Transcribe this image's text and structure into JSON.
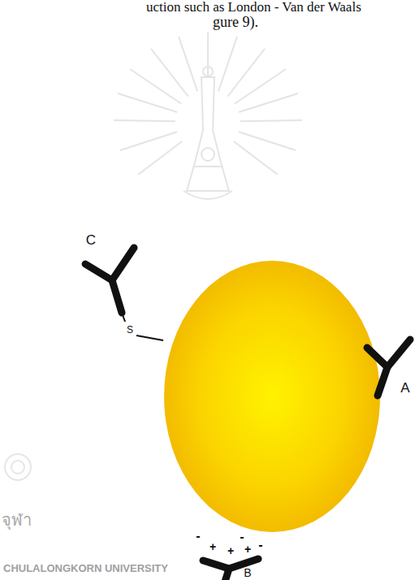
{
  "diagram": {
    "labels": [
      "uction such as London - Van der Waals",
      "gure 9).",
      "C",
      "S",
      "A",
      "จุฬา",
      "-",
      "-",
      "+",
      "+",
      "-",
      "+",
      "CHULALONGKORN UNIVERSITY",
      "B"
    ]
  }
}
